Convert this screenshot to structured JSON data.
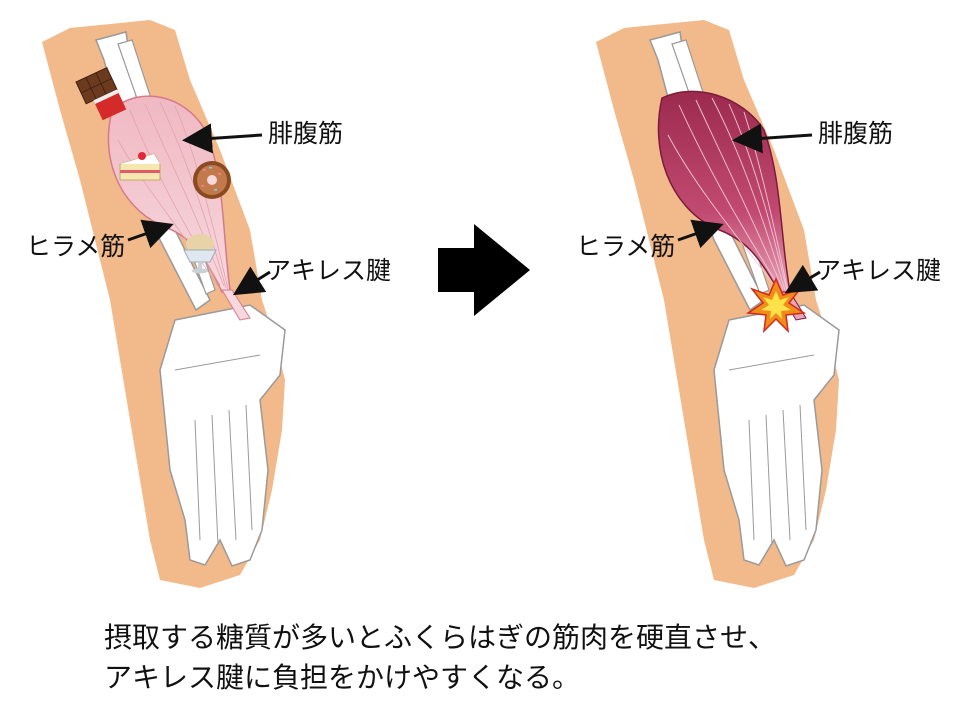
{
  "left_panel": {
    "labels": {
      "gastrocnemius": "腓腹筋",
      "soleus": "ヒラメ筋",
      "achilles": "アキレス腱"
    },
    "foods": [
      "chocolate-bar-icon",
      "cake-slice-icon",
      "donut-icon",
      "ice-cream-icon"
    ]
  },
  "right_panel": {
    "labels": {
      "gastrocnemius": "腓腹筋",
      "soleus": "ヒラメ筋",
      "achilles": "アキレス腱"
    },
    "marker": "explosion-burst-icon"
  },
  "arrow": "right-arrow-icon",
  "caption": {
    "line1": "摂取する糖質が多いとふくらはぎの筋肉を硬直させ、",
    "line2": "アキレス腱に負担をかけやすくなる。"
  },
  "colors": {
    "skin": "#f2b98a",
    "bone": "#ffffff",
    "bone_outline": "#9a9a9a",
    "muscle_relaxed": "#f2c4cc",
    "muscle_stiff": "#b0345a",
    "burst": "#f08c1a"
  }
}
